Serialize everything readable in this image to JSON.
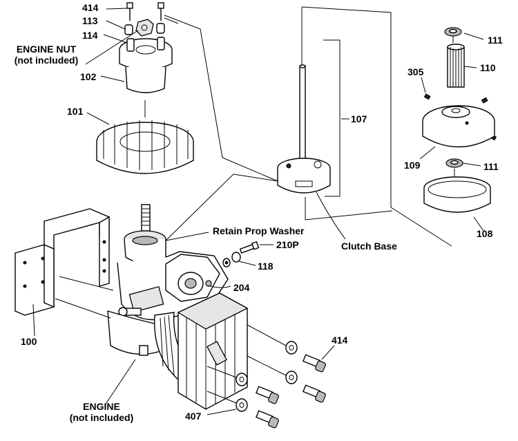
{
  "labels": {
    "p414_top": "414",
    "p113": "113",
    "p114": "114",
    "engine_nut": "ENGINE NUT",
    "engine_nut_note": "(not included)",
    "p102": "102",
    "p101": "101",
    "p107": "107",
    "clutch_base": "Clutch Base",
    "p111_top": "111",
    "p110": "110",
    "p305": "305",
    "p109": "109",
    "p111_bottom": "111",
    "p108": "108",
    "retain_prop_washer": "Retain Prop Washer",
    "p210p": "210P",
    "p118": "118",
    "p204": "204",
    "p100": "100",
    "p414_bottom": "414",
    "engine": "ENGINE",
    "engine_note": "(not included)",
    "p407": "407"
  },
  "colors": {
    "ink": "#000000",
    "background": "#ffffff",
    "shade": "#b9b9b9",
    "light": "#e6e6e6"
  }
}
